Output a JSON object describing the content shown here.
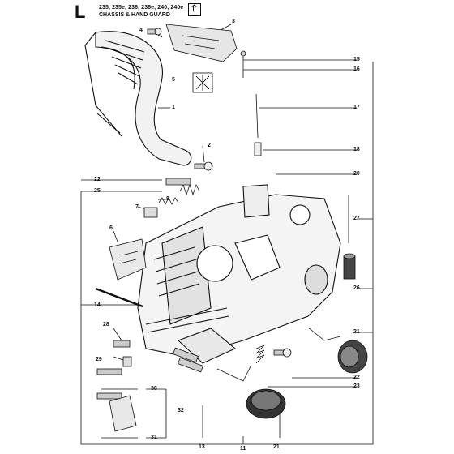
{
  "header": {
    "section_letter": "L",
    "models": "235, 235e, 236, 236e, 240, 240e",
    "title": "CHASSIS & HAND GUARD",
    "reference_icon": "flag-marker-icon"
  },
  "callouts": [
    {
      "id": "c1",
      "label": "1"
    },
    {
      "id": "c2",
      "label": "2"
    },
    {
      "id": "c3",
      "label": "3"
    },
    {
      "id": "c4",
      "label": "4"
    },
    {
      "id": "c5",
      "label": "5"
    },
    {
      "id": "c6",
      "label": "6"
    },
    {
      "id": "c7",
      "label": "7"
    },
    {
      "id": "c8",
      "label": "8"
    },
    {
      "id": "c11",
      "label": "11"
    },
    {
      "id": "c13",
      "label": "13"
    },
    {
      "id": "c14",
      "label": "14"
    },
    {
      "id": "c15",
      "label": "15"
    },
    {
      "id": "c16",
      "label": "16"
    },
    {
      "id": "c17",
      "label": "17"
    },
    {
      "id": "c18",
      "label": "18"
    },
    {
      "id": "c20",
      "label": "20"
    },
    {
      "id": "c21a",
      "label": "21"
    },
    {
      "id": "c21b",
      "label": "21"
    },
    {
      "id": "c22a",
      "label": "22"
    },
    {
      "id": "c22b",
      "label": "22"
    },
    {
      "id": "c23",
      "label": "23"
    },
    {
      "id": "c25",
      "label": "25"
    },
    {
      "id": "c26",
      "label": "26"
    },
    {
      "id": "c27",
      "label": "27"
    },
    {
      "id": "c28",
      "label": "28"
    },
    {
      "id": "c29",
      "label": "29"
    },
    {
      "id": "c30",
      "label": "30"
    },
    {
      "id": "c31",
      "label": "31"
    },
    {
      "id": "c32",
      "label": "32"
    }
  ],
  "colors": {
    "ink": "#111111",
    "shade": "#d8d8d8",
    "dark": "#555555",
    "paper": "#ffffff"
  }
}
